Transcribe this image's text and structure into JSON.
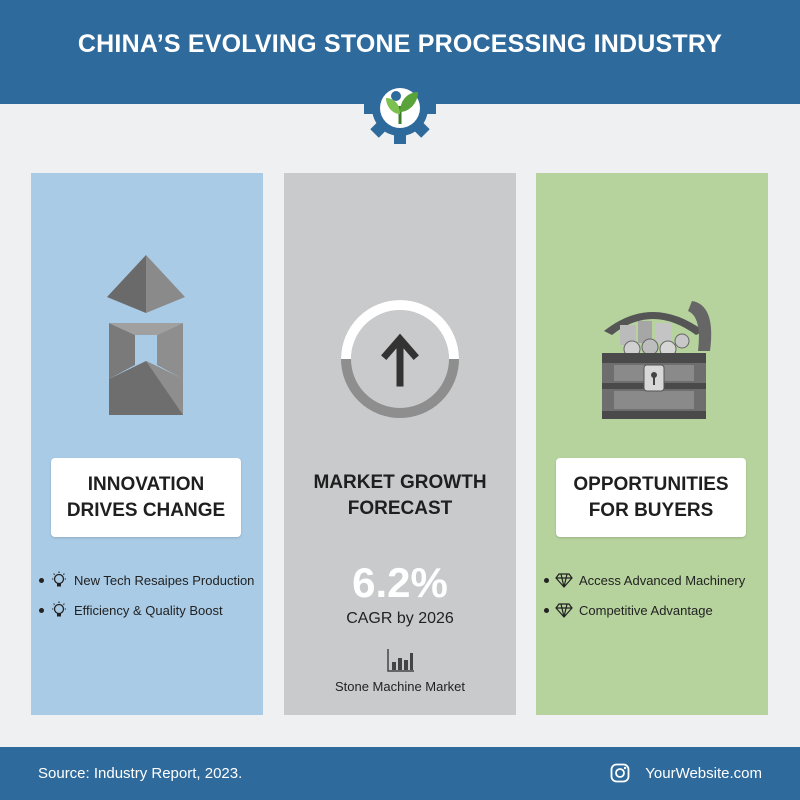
{
  "header": {
    "title": "CHINA’S EVOLVING STONE PROCESSING INDUSTRY"
  },
  "panels": [
    {
      "label": "INNOVATION\nDRIVES CHANGE",
      "bullets": [
        "New Tech Resaipes Production",
        "Efficiency & Quality Boost"
      ]
    },
    {
      "label": "MARKET GROWTH\nFORECAST",
      "value": "6.2%",
      "value_caption": "CAGR by 2026",
      "market_label": "Stone Machine Market"
    },
    {
      "label": "OPPORTUNITIES\nFOR BUYERS",
      "bullets": [
        "Access Advanced Machinery",
        "Competitive Advantage"
      ]
    }
  ],
  "footer": {
    "source": "Source: Industry Report, 2023.",
    "website": "YourWebsite.com"
  },
  "colors": {
    "header": "#2e6a9b",
    "panel_blue": "#a9cbe6",
    "panel_gray": "#c9cacb",
    "panel_green": "#b6d29d",
    "leaf": "#5aa33a"
  },
  "icons": [
    "gear-leaf-logo-icon",
    "stone-blocks-icon",
    "growth-arrow-icon",
    "treasure-chest-icon",
    "lightbulb-icon",
    "diamond-icon",
    "bar-chart-icon",
    "instagram-icon"
  ]
}
